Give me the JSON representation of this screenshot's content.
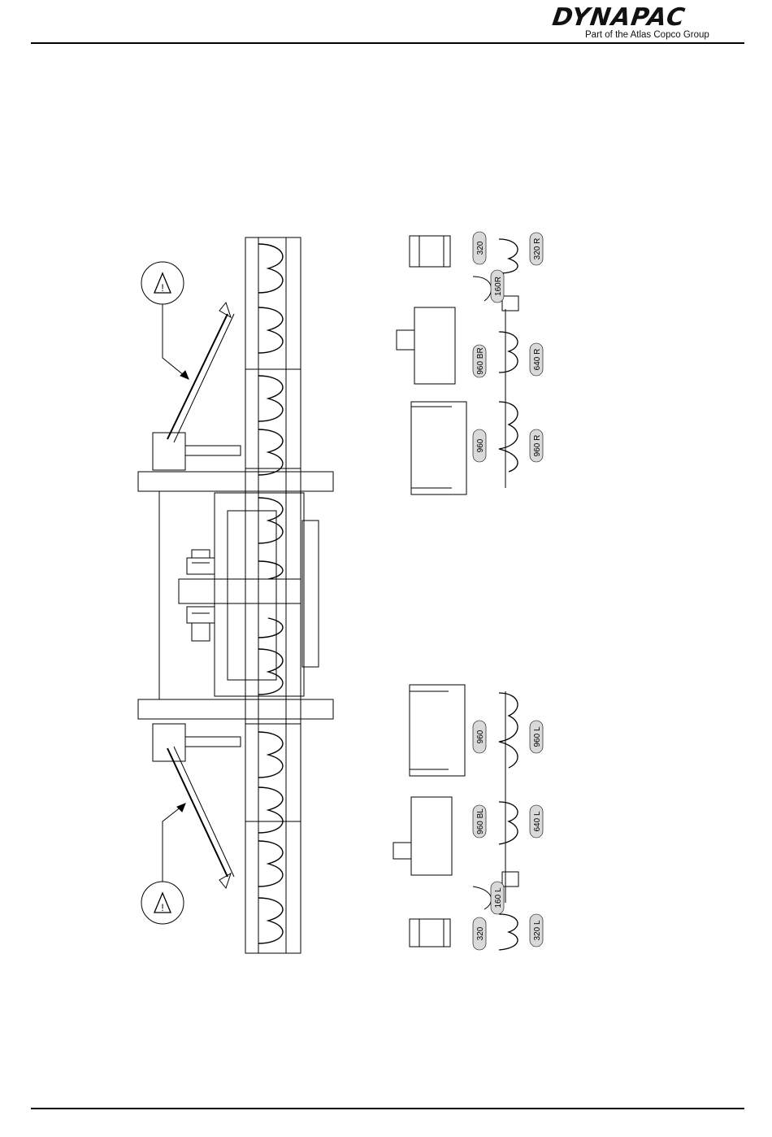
{
  "header": {
    "brand": "DYNAPAC",
    "tagline": "Part of the Atlas Copco Group"
  },
  "labels": {
    "right_top": [
      "320",
      "160R",
      "960 BR",
      "640 R",
      "960",
      "960 R",
      "320 R"
    ],
    "right_bottom": [
      "960",
      "960 L",
      "960 BL",
      "640 L",
      "160 L",
      "320",
      "320 L"
    ]
  },
  "warning_symbol": "!",
  "colors": {
    "line": "#000000",
    "pill": "#d9d9d9"
  }
}
